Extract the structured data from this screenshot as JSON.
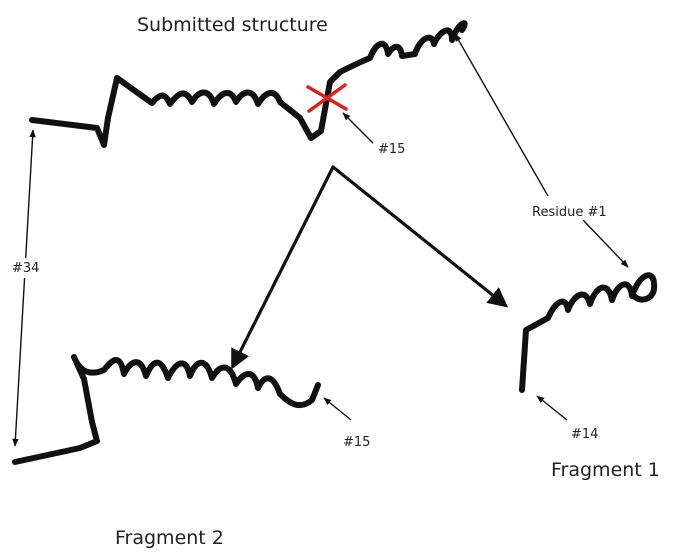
{
  "title": "Submitted structure",
  "labels": {
    "residue_1": "Residue #1",
    "hash_15_top": "#15",
    "hash_34": "#34",
    "hash_15_bottom": "#15",
    "hash_14": "#14",
    "fragment_1": "Fragment 1",
    "fragment_2": "Fragment 2"
  },
  "colors": {
    "chain": "#111111",
    "cut_mark": "#e0201a",
    "text": "#222222"
  }
}
